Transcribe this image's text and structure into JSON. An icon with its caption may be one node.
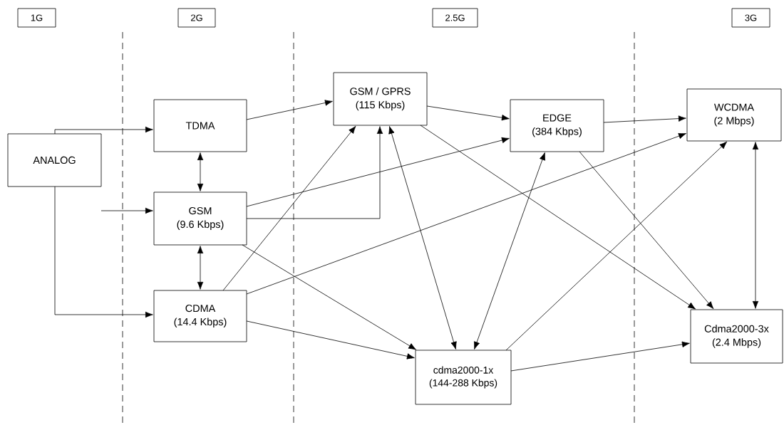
{
  "diagram": {
    "nodes": [
      {
        "text": [
          "1G"
        ]
      },
      {
        "text": [
          "2G"
        ]
      },
      {
        "text": [
          "2.5G"
        ]
      },
      {
        "text": [
          "3G"
        ]
      },
      {
        "text": [
          "ANALOG"
        ]
      },
      {
        "text": [
          "TDMA"
        ]
      },
      {
        "text": [
          "GSM",
          "(9.6 Kbps)"
        ]
      },
      {
        "text": [
          "CDMA",
          "(14.4 Kbps)"
        ]
      },
      {
        "text": [
          "GSM / GPRS",
          "(115 Kbps)"
        ]
      },
      {
        "text": [
          "EDGE",
          "(384 Kbps)"
        ]
      },
      {
        "text": [
          "WCDMA",
          "(2 Mbps)"
        ]
      },
      {
        "text": [
          "cdma2000-1x",
          "(144-288 Kbps)"
        ]
      },
      {
        "text": [
          "Cdma2000-3x",
          "(2.4 Mbps)"
        ]
      }
    ],
    "edges": [
      {
        "from": 4,
        "to": 5,
        "arrow": "to"
      },
      {
        "from": 4,
        "to": 6,
        "arrow": "to"
      },
      {
        "from": 4,
        "to": 7,
        "arrow": "to"
      },
      {
        "from": 5,
        "to": 6,
        "arrow": "both"
      },
      {
        "from": 6,
        "to": 7,
        "arrow": "both"
      },
      {
        "from": 5,
        "to": 8,
        "arrow": "to"
      },
      {
        "from": 6,
        "to": 8,
        "arrow": "to"
      },
      {
        "from": 6,
        "to": 9,
        "arrow": "to"
      },
      {
        "from": 6,
        "to": 11,
        "arrow": "to"
      },
      {
        "from": 7,
        "to": 8,
        "arrow": "to"
      },
      {
        "from": 7,
        "to": 10,
        "arrow": "to"
      },
      {
        "from": 7,
        "to": 11,
        "arrow": "to"
      },
      {
        "from": 8,
        "to": 9,
        "arrow": "to"
      },
      {
        "from": 8,
        "to": 11,
        "arrow": "both"
      },
      {
        "from": 8,
        "to": 12,
        "arrow": "to"
      },
      {
        "from": 9,
        "to": 11,
        "arrow": "both"
      },
      {
        "from": 9,
        "to": 10,
        "arrow": "to"
      },
      {
        "from": 9,
        "to": 12,
        "arrow": "to"
      },
      {
        "from": 11,
        "to": 10,
        "arrow": "to"
      },
      {
        "from": 11,
        "to": 12,
        "arrow": "to"
      },
      {
        "from": 10,
        "to": 12,
        "arrow": "both"
      }
    ]
  }
}
